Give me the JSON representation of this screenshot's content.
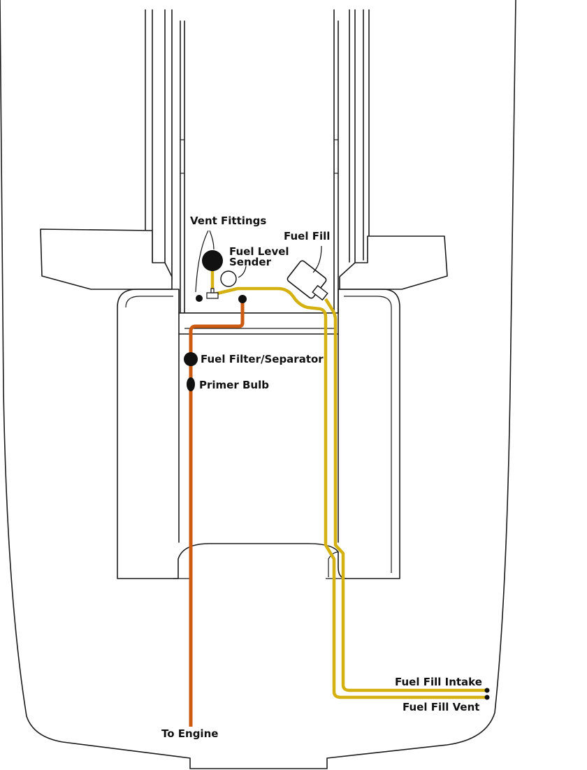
{
  "labels": {
    "vent_fittings": "Vent Fittings",
    "fuel_level_line1": "Fuel Level",
    "fuel_level_line2": "Sender",
    "fuel_fill": "Fuel Fill",
    "filter": "Fuel Filter/Separator",
    "primer": "Primer Bulb",
    "fill_intake": "Fuel Fill Intake",
    "fill_vent": "Fuel Fill Vent",
    "to_engine": "To Engine"
  },
  "colors": {
    "fuel_line": "#cc5a10",
    "vent_line": "#d4b010",
    "outline": "#1a1a1a",
    "component": "#111111"
  }
}
